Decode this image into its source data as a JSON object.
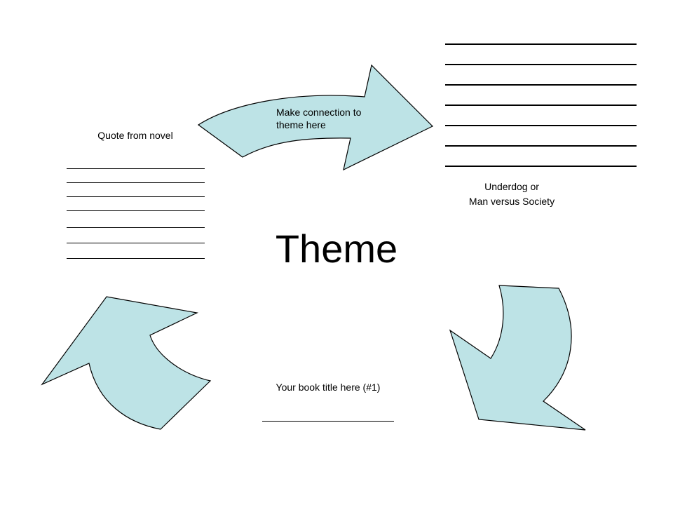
{
  "diagram": {
    "center_label": "Theme",
    "arrow_text": [
      "Make connection to",
      "theme here"
    ],
    "quote_label": "Quote from novel",
    "category_label": [
      "Underdog or",
      "Man versus Society"
    ],
    "book_label": "Your book title here (#1)",
    "colors": {
      "arrow_fill": "#bde3e6",
      "stroke": "#000000"
    }
  }
}
